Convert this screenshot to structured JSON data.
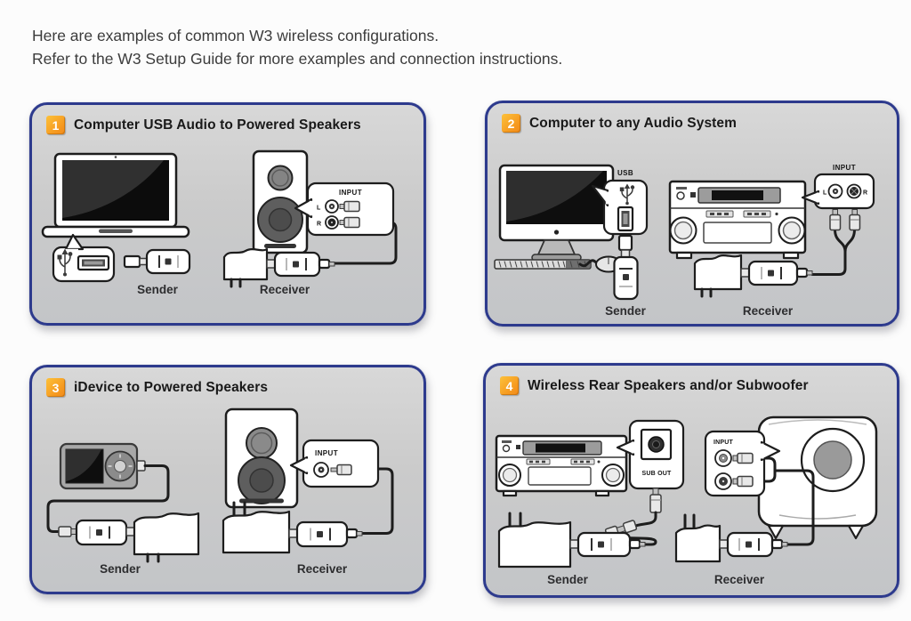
{
  "header": {
    "line1": "Here are examples of common W3 wireless configurations.",
    "line2": "Refer to the W3 Setup Guide for more examples and connection instructions."
  },
  "panels": [
    {
      "number": "1",
      "title": "Computer USB Audio to Powered Speakers",
      "sender_label": "Sender",
      "receiver_label": "Receiver",
      "callouts": {
        "input": "INPUT",
        "left_channel": "L",
        "right_channel": "R"
      }
    },
    {
      "number": "2",
      "title": "Computer to any Audio System",
      "sender_label": "Sender",
      "receiver_label": "Receiver",
      "callouts": {
        "usb": "USB",
        "input": "INPUT",
        "left_channel": "L",
        "right_channel": "R"
      }
    },
    {
      "number": "3",
      "title": "iDevice to Powered Speakers",
      "sender_label": "Sender",
      "receiver_label": "Receiver",
      "callouts": {
        "input": "INPUT"
      }
    },
    {
      "number": "4",
      "title": "Wireless Rear Speakers and/or Subwoofer",
      "sender_label": "Sender",
      "receiver_label": "Receiver",
      "callouts": {
        "sub_out": "SUB OUT",
        "input": "INPUT"
      }
    }
  ],
  "colors": {
    "panel_border": "#2d3a8d",
    "panel_background": "#cbcbcb",
    "badge_orange_top": "#fcc13a",
    "badge_orange_bottom": "#f08a1d",
    "outline": "#1d1d1d",
    "page_background": "#fcfcfc"
  }
}
